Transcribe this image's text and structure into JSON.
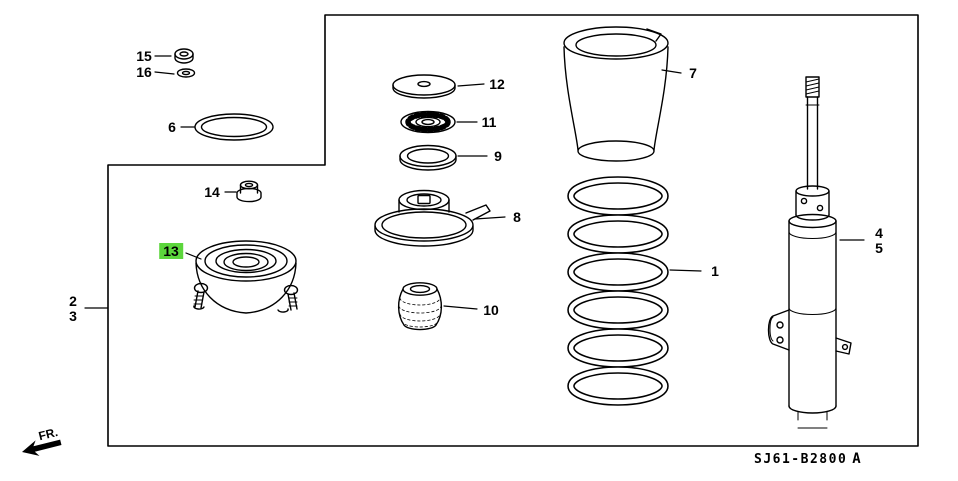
{
  "diagram": {
    "code": "SJ61-B2800",
    "code_suffix": "A",
    "fr_label": "FR.",
    "highlight_color": "#5cd63c",
    "selected_part": "13"
  },
  "parts": {
    "p1": "1",
    "p2": "2",
    "p3": "3",
    "p4": "4",
    "p5": "5",
    "p6": "6",
    "p7": "7",
    "p8": "8",
    "p9": "9",
    "p10": "10",
    "p11": "11",
    "p12": "12",
    "p13": "13",
    "p14": "14",
    "p15": "15",
    "p16": "16"
  }
}
